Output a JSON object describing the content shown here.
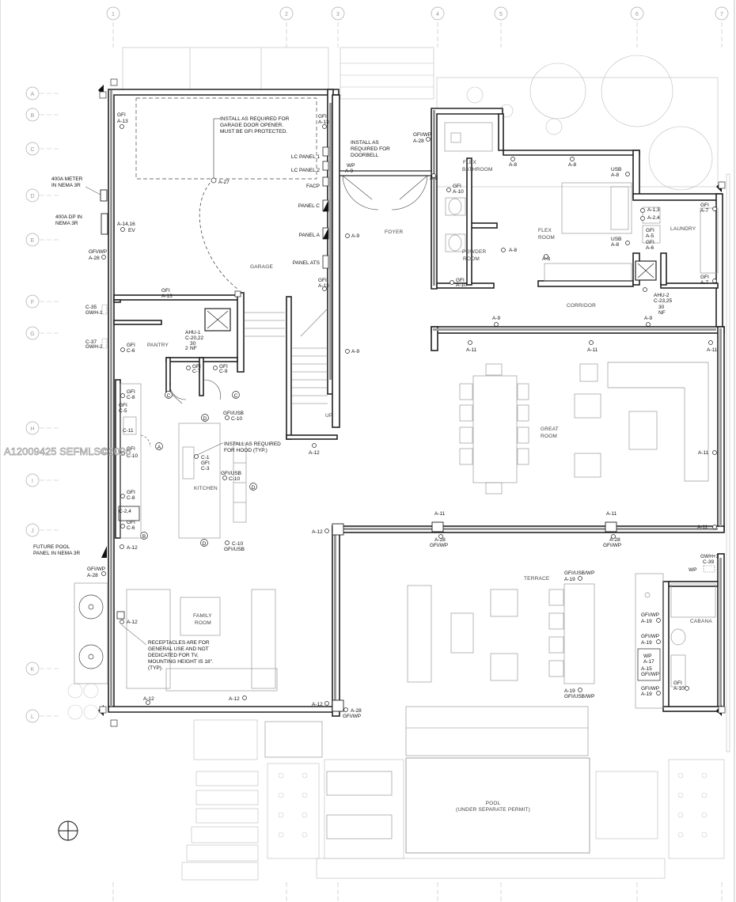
{
  "watermark": "A12009425  SEFMLS©2026",
  "grid": {
    "columns": [
      "1",
      "2",
      "3",
      "4",
      "5",
      "6",
      "7"
    ],
    "rows": [
      "A",
      "B",
      "C",
      "D",
      "E",
      "F",
      "G",
      "H",
      "I",
      "J",
      "K",
      "L"
    ]
  },
  "rooms": {
    "garage": "GARAGE",
    "foyer": "FOYER",
    "flex_bathroom_1": "FLEX",
    "flex_bathroom_2": "BATHROOM",
    "flex_room_1": "FLEX",
    "flex_room_2": "ROOM",
    "powder_room_1": "POWDER",
    "powder_room_2": "ROOM",
    "laundry": "LAUNDRY",
    "corridor": "CORRIDOR",
    "pantry": "PANTRY",
    "great_room_1": "GREAT",
    "great_room_2": "ROOM",
    "kitchen": "KITCHEN",
    "up": "UP",
    "terrace": "TERRACE",
    "cabana": "CABANA",
    "family_room_1": "FAMILY",
    "family_room_2": "ROOM",
    "pool_1": "POOL",
    "pool_2": "(UNDER SEPARATE PERMIT)"
  },
  "notes": {
    "garage_opener": [
      "INSTALL AS REQUIRED FOR",
      "GARAGE DOOR OPENER.",
      "MUST BE GFI PROTECTED."
    ],
    "doorbell": [
      "INSTALL AS",
      "REQUIRED FOR",
      "DOORBELL"
    ],
    "meter": [
      "400A METER",
      "IN NEMA 3R"
    ],
    "dp": [
      "400A DP IN",
      "NEMA 3R"
    ],
    "hood": [
      "INSTALL AS REQUIRED",
      "FOR HOOD (TYP.)"
    ],
    "pool_panel": [
      "FUTURE POOL",
      "PANEL IN NEMA 3R"
    ],
    "receptacles": [
      "RECEPTACLES ARE FOR",
      "GENERAL USE AND NOT",
      "DEDICATED FOR TV,",
      "MOUNTING HEIGHT IS 18\".",
      "(TYP)."
    ]
  },
  "panels": {
    "lc1": "LC PANEL 1",
    "lc2": "LC PANEL 2",
    "facp": "FACP",
    "panel_c": "PANEL C",
    "panel_a": "PANEL A",
    "panel_ats": "PANEL ATS"
  },
  "circuits": {
    "gfi": "GFI",
    "gfiwp": "GFI/WP",
    "gfiusb": "GFI/USB",
    "gfiusbwp": "GFI/USB/WP",
    "usb": "USB",
    "wp": "WP",
    "ev": "EV",
    "nf": "NF",
    "a13": "A-13",
    "a27": "A-27",
    "a9": "A-9",
    "a28": "A-28",
    "a8": "A-8",
    "a10": "A-10",
    "a11": "A-11",
    "a12": "A-12",
    "a19": "A-19",
    "a1416": "A-14,16",
    "a13b": "A-1,3",
    "a24": "A-2,4",
    "a5": "A-5",
    "a6": "A-6",
    "a7": "A-7",
    "c1": "C-1",
    "c3": "C-3",
    "c5": "C-5",
    "c6": "C-6",
    "c7": "C-7",
    "c8": "C-8",
    "c9": "C-9",
    "c10": "C-10",
    "c11": "C-11",
    "c24": "C-2,4",
    "c35": "C-35",
    "c37": "C-37",
    "c39": "C-39",
    "a15": "A-15",
    "a17": "A-17",
    "gwh1": "GWH-1",
    "gwh2": "GWH-2",
    "gwh3": "GWH+3",
    "ahu1": "AHU-1",
    "ahu1c": "C-20,22",
    "ahu1a": "30",
    "ahu1b": "2",
    "ahu2": "AHU-2",
    "ahu2c": "C-23,25",
    "ahu2a": "30",
    "tag_c": "C",
    "tag_d": "D",
    "tag_a": "A",
    "tag_b": "B"
  }
}
